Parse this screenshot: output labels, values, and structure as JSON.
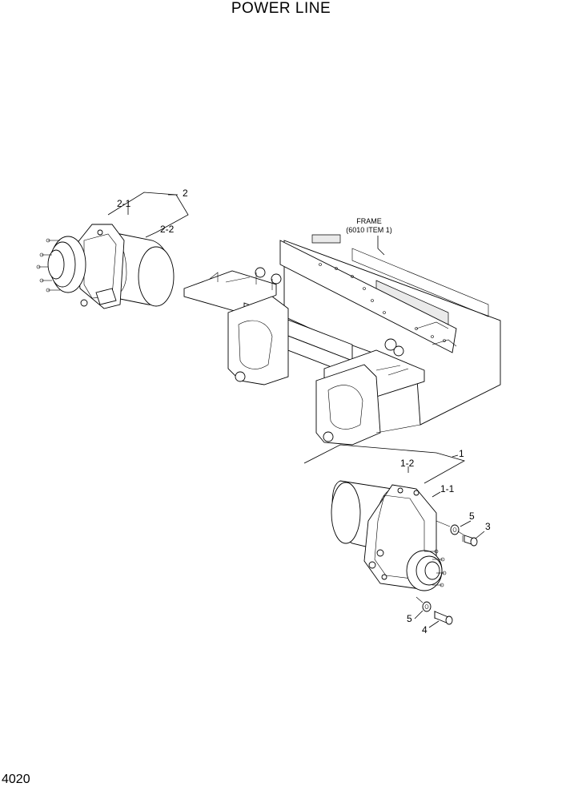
{
  "title": "POWER LINE",
  "page_number": "4020",
  "frame_callout": {
    "line1": "FRAME",
    "line2": "(6010 ITEM 1)"
  },
  "callouts": {
    "item_2": "2",
    "item_2_1": "2-1",
    "item_2_2": "2-2",
    "item_1": "1",
    "item_1_1": "1-1",
    "item_1_2": "1-2",
    "item_3": "3",
    "item_4": "4",
    "item_5a": "5",
    "item_5b": "5"
  }
}
